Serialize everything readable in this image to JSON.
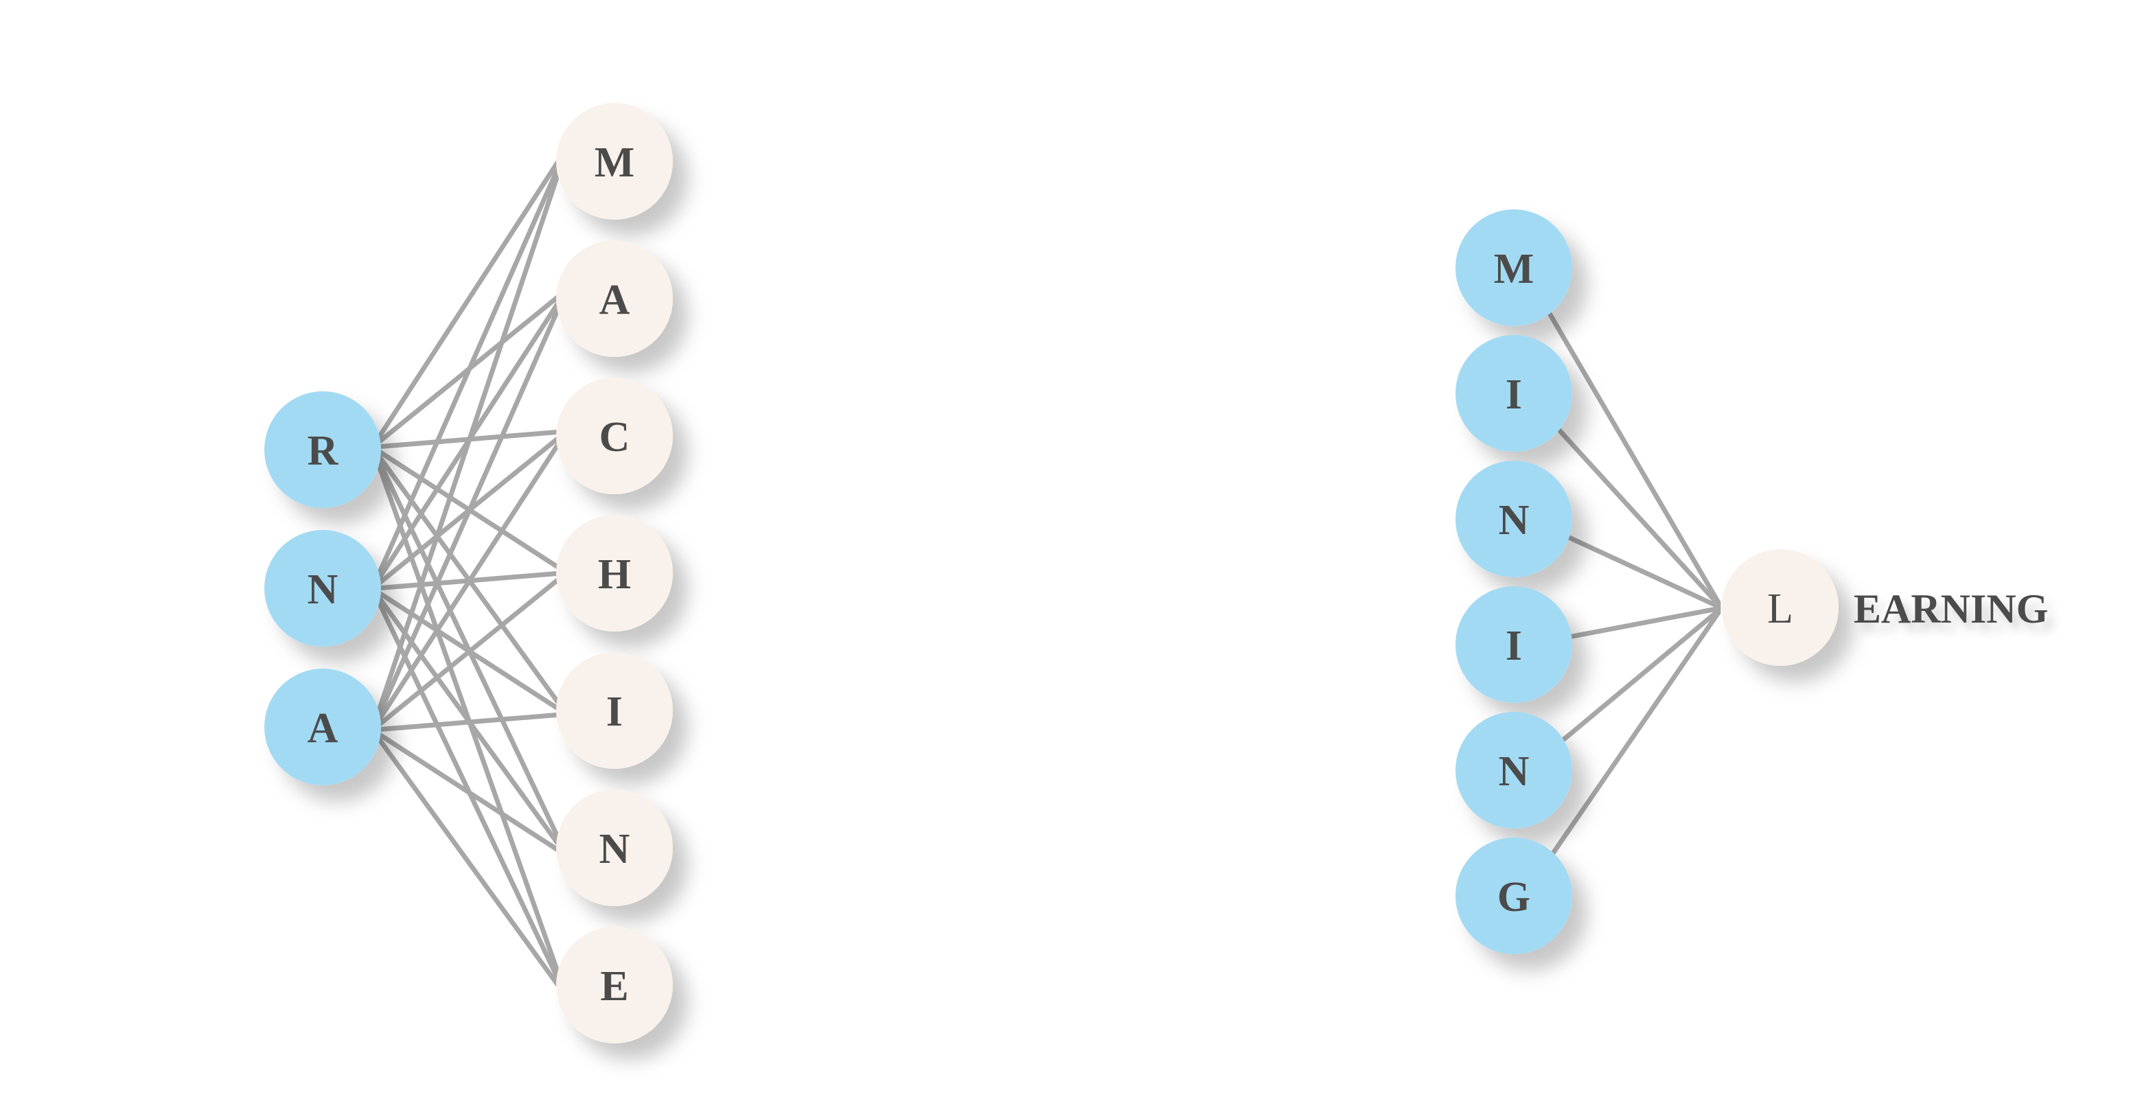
{
  "left_diagram": {
    "inputs": [
      "R",
      "N",
      "A"
    ],
    "outputs": [
      "M",
      "A",
      "C",
      "H",
      "I",
      "N",
      "E"
    ],
    "connectivity": "fully-connected"
  },
  "right_diagram": {
    "inputs": [
      "M",
      "I",
      "N",
      "I",
      "N",
      "G"
    ],
    "output": "L",
    "suffix": "EARNING",
    "connectivity": "fully-connected"
  },
  "colors": {
    "input_node": "#a2daf4",
    "output_node": "#f9f2ec",
    "edge": "#a7a7a7",
    "text": "#4b4b4b",
    "background": "#ffffff"
  }
}
